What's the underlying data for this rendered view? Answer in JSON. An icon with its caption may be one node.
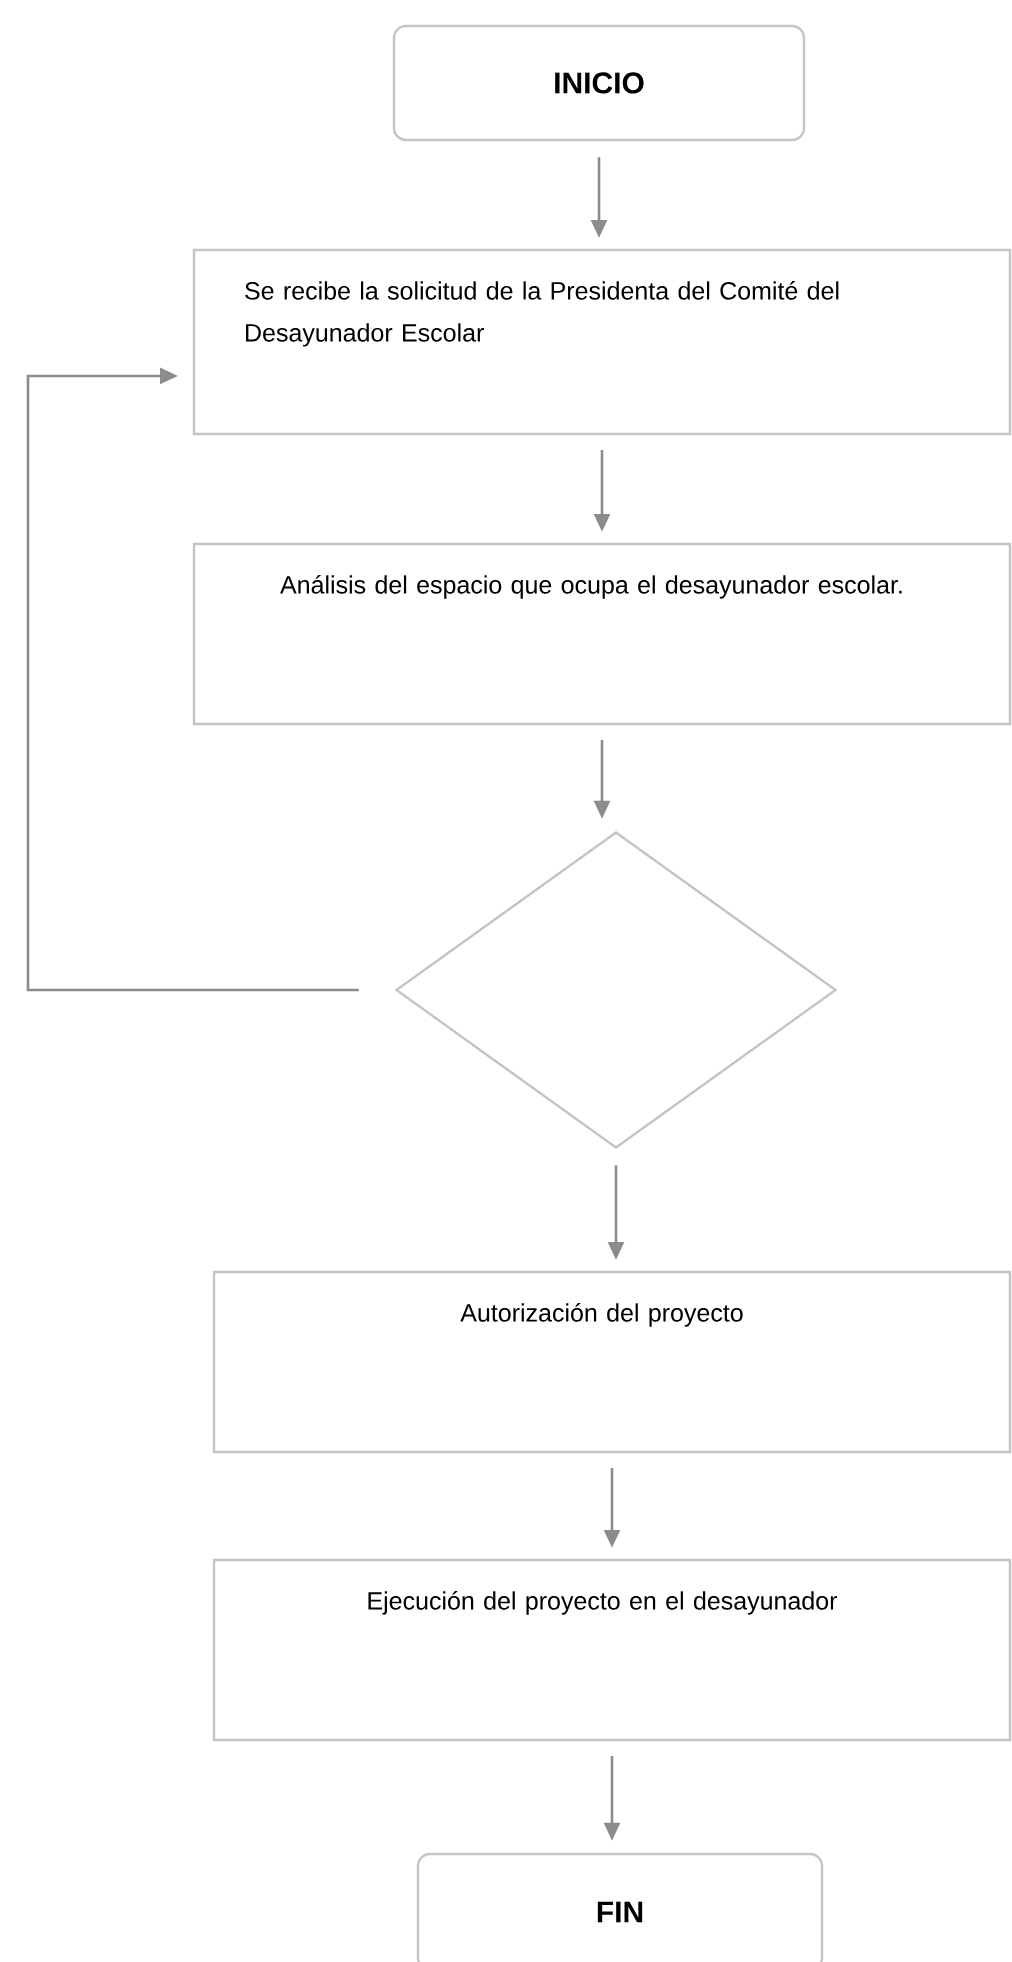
{
  "diagram": {
    "nodes": [
      {
        "text": [
          "INICIO"
        ]
      },
      {
        "text": [
          "Se recibe la solicitud de la Presidenta del Comité del Desayunador Escolar"
        ]
      },
      {
        "text": [
          "Análisis del espacio que ocupa el desayunador escolar."
        ]
      },
      {
        "text": [],
        "shape": "diamond"
      },
      {
        "text": [
          "Autorización del proyecto"
        ]
      },
      {
        "text": [
          "Ejecución del proyecto en el desayunador"
        ]
      },
      {
        "text": [
          "FIN"
        ]
      }
    ],
    "edges": [
      {
        "from": 0,
        "to": 1,
        "arrow": "to"
      },
      {
        "from": 1,
        "to": 2,
        "arrow": "to"
      },
      {
        "from": 2,
        "to": 3,
        "arrow": "to"
      },
      {
        "from": 3,
        "to": 1,
        "arrow": "to"
      },
      {
        "from": 3,
        "to": 4,
        "arrow": "to"
      },
      {
        "from": 4,
        "to": 5,
        "arrow": "to"
      },
      {
        "from": 5,
        "to": 6,
        "arrow": "to"
      }
    ]
  }
}
